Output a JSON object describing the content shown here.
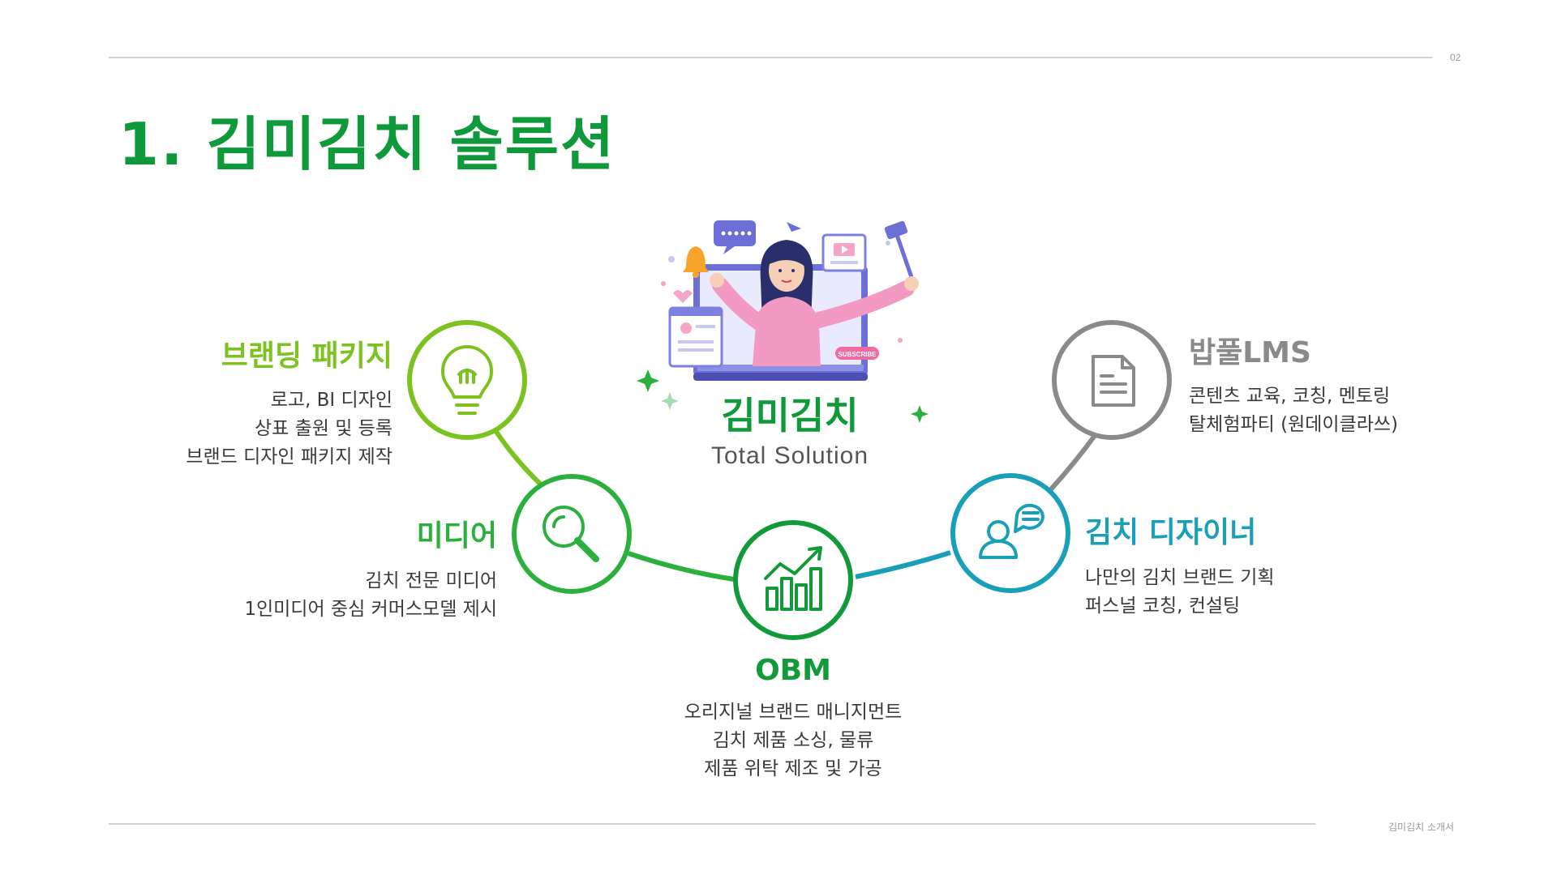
{
  "header": {
    "page_number": "02"
  },
  "title": "1. 김미김치 솔루션",
  "center": {
    "title": "김미김치",
    "subtitle": "Total Solution"
  },
  "nodes": {
    "branding": {
      "heading": "브랜딩 패키지",
      "lines": [
        "로고, BI 디자인",
        "상표 출원 및 등록",
        "브랜드 디자인 패키지 제작"
      ],
      "color": "#7cc220",
      "icon": "lightbulb-icon"
    },
    "media": {
      "heading": "미디어",
      "lines": [
        "김치 전문 미디어",
        "1인미디어 중심 커머스모델 제시"
      ],
      "color": "#2bb03e",
      "icon": "magnifier-icon"
    },
    "obm": {
      "heading": "OBM",
      "lines": [
        "오리지널 브랜드 매니지먼트",
        "김치 제품 소싱, 물류",
        "제품 위탁 제조 및 가공"
      ],
      "color": "#129a3a",
      "icon": "growth-chart-icon"
    },
    "designer": {
      "heading": "김치 디자이너",
      "lines": [
        "나만의 김치 브랜드 기획",
        "퍼스널 코칭, 컨설팅"
      ],
      "color": "#1a9fb8",
      "icon": "user-chat-icon"
    },
    "lms": {
      "heading": "밥풀LMS",
      "lines": [
        "콘텐츠 교육, 코칭, 멘토링",
        "탈체험파티 (원데이클라쓰)"
      ],
      "color": "#8a8a8a",
      "icon": "document-icon"
    }
  },
  "footer": {
    "label": "김미김치 소개서"
  },
  "colors": {
    "title_green": "#0e9a3a",
    "rule_gray": "#d2d2d2"
  }
}
